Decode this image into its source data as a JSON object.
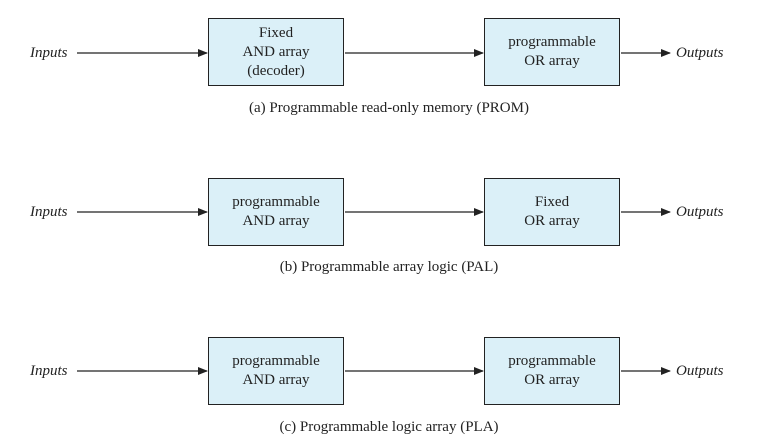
{
  "labels": {
    "inputs": "Inputs",
    "outputs": "Outputs"
  },
  "diagrams": [
    {
      "block1": "Fixed\nAND array\n(decoder)",
      "block2": "programmable\nOR array",
      "caption": "(a) Programmable read-only memory (PROM)"
    },
    {
      "block1": "programmable\nAND array",
      "block2": "Fixed\nOR array",
      "caption": "(b) Programmable array logic (PAL)"
    },
    {
      "block1": "programmable\nAND array",
      "block2": "programmable\nOR array",
      "caption": "(c) Programmable logic array (PLA)"
    }
  ],
  "colors": {
    "block_fill": "#dbf0f8",
    "line": "#222222"
  }
}
